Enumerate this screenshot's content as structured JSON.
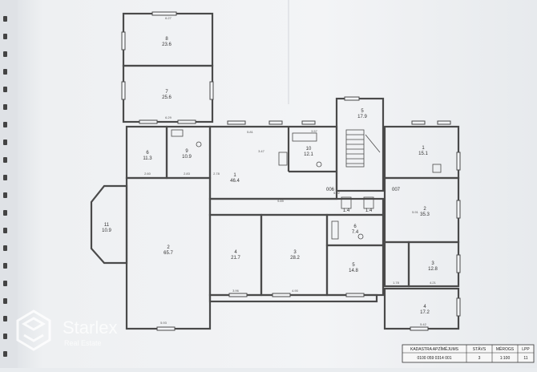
{
  "rooms": [
    {
      "id": "r8a",
      "number": "8",
      "area": "23.6"
    },
    {
      "id": "r7a",
      "number": "7",
      "area": "25.6"
    },
    {
      "id": "r6a",
      "number": "6",
      "area": "11.3"
    },
    {
      "id": "r9a",
      "number": "9",
      "area": "10.9"
    },
    {
      "id": "r1a",
      "number": "1",
      "area": "46.4"
    },
    {
      "id": "r10a",
      "number": "10",
      "area": "12.1"
    },
    {
      "id": "r5a",
      "number": "5",
      "area": "17.9"
    },
    {
      "id": "r11",
      "number": "11",
      "area": "10.9"
    },
    {
      "id": "r2a",
      "number": "2",
      "area": "65.7"
    },
    {
      "id": "r4a",
      "number": "4",
      "area": "21.7"
    },
    {
      "id": "r3a",
      "number": "3",
      "area": "28.2"
    },
    {
      "id": "r6b",
      "number": "6",
      "area": "7.4"
    },
    {
      "id": "r5b",
      "number": "5",
      "area": "14.8"
    },
    {
      "id": "r1b",
      "number": "1",
      "area": "15.1"
    },
    {
      "id": "r2b",
      "number": "2",
      "area": "35.3"
    },
    {
      "id": "r3b",
      "number": "3",
      "area": "12.8"
    },
    {
      "id": "r4b",
      "number": "4",
      "area": "17.2"
    }
  ],
  "small_areas": [
    "1.4",
    "1.4"
  ],
  "labels": [
    "006",
    "007"
  ],
  "dimensions": {
    "d627": "6.27",
    "d629": "6.29",
    "d581": "5.81",
    "d357": "3.57",
    "d347": "3.47",
    "d989": "9.89",
    "d593": "5.93",
    "d490": "4.90",
    "d396": "3.96",
    "d421": "4.21",
    "d542": "5.42",
    "d178": "1.78",
    "d260": "2.60",
    "d283": "2.83",
    "d278": "2.78",
    "d591": "5.91",
    "d592": "5.92"
  },
  "title_block": {
    "h_kadastra": "KADASTRA APZĪMĒJUMS",
    "h_stavs": "STĀVS",
    "h_merogs": "MĒROGS",
    "h_lpp": "LPP",
    "v_kadastra": "0100 059 0314 001",
    "v_stavs": "3",
    "v_merogs": "1:100",
    "v_lpp": "11"
  },
  "watermark": {
    "brand": "Starlex",
    "sub": "Real Estate"
  },
  "colors": {
    "paper": "#f3f4f6",
    "ink": "#4a4a4a",
    "watermark": "#ffffff"
  }
}
